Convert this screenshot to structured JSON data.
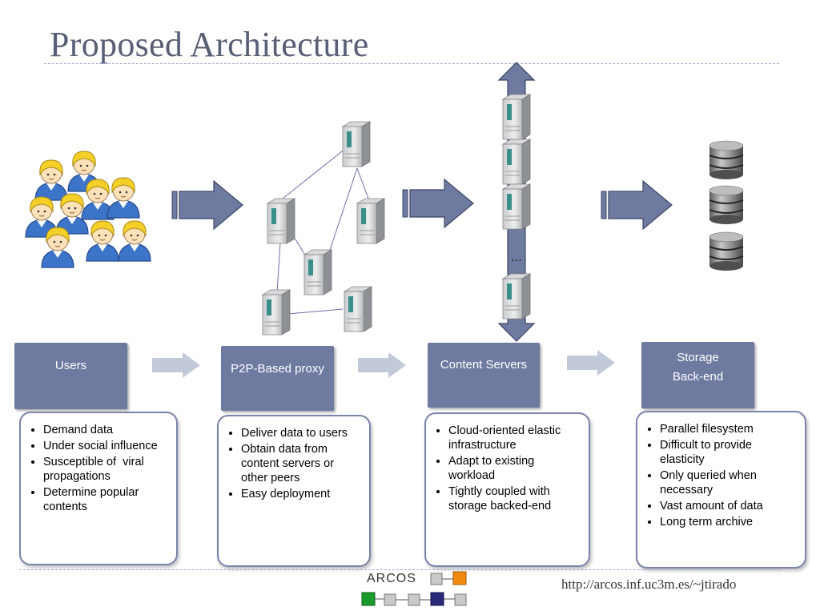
{
  "title": "Proposed Architecture",
  "diagram": {
    "ellipsis": "…",
    "columns": [
      {
        "header": [
          "Users"
        ],
        "bullets": [
          "Demand data",
          "Under social influence",
          "Susceptible of  viral propagations",
          "Determine popular contents"
        ]
      },
      {
        "header": [
          "P2P-Based proxy"
        ],
        "bullets": [
          "Deliver data to users",
          "Obtain data from content servers or other peers",
          "Easy deployment"
        ]
      },
      {
        "header": [
          "Content Servers"
        ],
        "bullets": [
          "Cloud-oriented elastic infrastructure",
          "Adapt to existing workload",
          "Tightly coupled with storage backed-end"
        ]
      },
      {
        "header": [
          "Storage",
          "Back-end"
        ],
        "bullets": [
          "Parallel filesystem",
          "Difficult to provide elasticity",
          "Only queried when necessary",
          "Vast amount of data",
          "Long term archive"
        ]
      }
    ]
  },
  "footer": {
    "logo_text": "ARCOS",
    "url": "http://arcos.inf.uc3m.es/~jtirado"
  },
  "colors": {
    "header_fill": "#6e7aa0",
    "arrow_fill": "#6e7aa0",
    "light_arrow": "#c2c9d9",
    "title": "#595f75"
  }
}
